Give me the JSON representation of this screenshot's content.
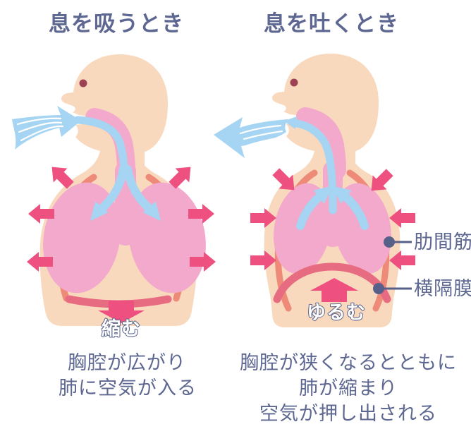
{
  "diagram": {
    "inhale": {
      "title": "息を吸うとき",
      "diaphragm_action": "縮む",
      "caption_line1": "胸腔が広がり",
      "caption_line2": "肺に空気が入る"
    },
    "exhale": {
      "title": "息を吐くとき",
      "diaphragm_action": "ゆるむ",
      "caption_line1": "胸腔が狭くなるとともに",
      "caption_line2": "肺が縮まり",
      "caption_line3": "空気が押し出される"
    },
    "annotations": {
      "intercostal_muscle": "肋間筋",
      "diaphragm": "横隔膜"
    },
    "colors": {
      "label_text": "#5d6791",
      "callout": "#566089",
      "skin": "#f9d9be",
      "lung_pink": "#f2a9cc",
      "air_blue": "#a5d5f2",
      "rib_coral": "#ee8a78",
      "diaphragm_red": "#e76c82",
      "arrow_pink": "#ee5180",
      "eye_brown": "#9d4255"
    }
  }
}
